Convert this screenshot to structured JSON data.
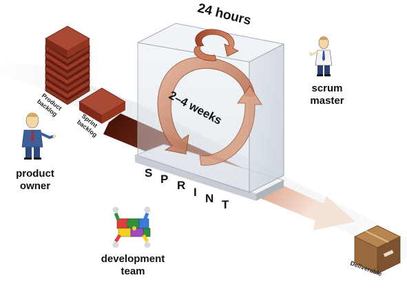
{
  "labels": {
    "product_backlog_line1": "Product",
    "product_backlog_line2": "backlog",
    "sprint_backlog_line1": "Sprint",
    "sprint_backlog_line2": "backlog",
    "daily_cycle": "24 hours",
    "sprint_cycle": "2–4 weeks",
    "scrum_master_line1": "scrum",
    "scrum_master_line2": "master",
    "product_owner_line1": "product",
    "product_owner_line2": "owner",
    "dev_team_line1": "development",
    "dev_team_line2": "team",
    "deliverable": "Deliverable"
  },
  "sprint_letters": [
    "S",
    "P",
    "R",
    "I",
    "N",
    "T"
  ],
  "icons": {
    "product_owner": "businessman-icon",
    "scrum_master": "businessman-icon",
    "dev_team": "puzzle-team-icon",
    "deliverable": "cardboard-box-icon"
  },
  "colors": {
    "brick": "#8b2a1c",
    "arrow_dark": "#5a1508",
    "arrow_light": "#f4dccf",
    "loop": "#c98461",
    "glass": "#dde3ea",
    "box": "#9a6a3e"
  }
}
